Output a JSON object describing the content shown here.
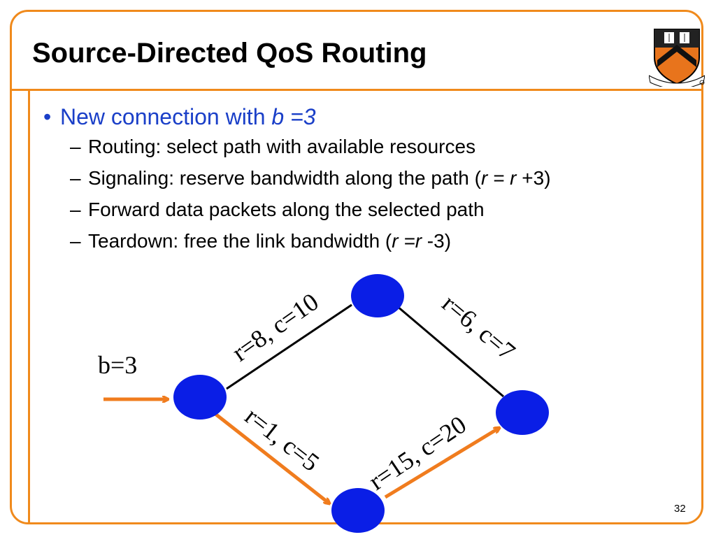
{
  "slide": {
    "title": "Source-Directed QoS Routing",
    "logo_motto": "DEI SUB NUMINE VIGET",
    "page_number": "32"
  },
  "bullets": {
    "main": {
      "marker": "•",
      "text": "New connection with ",
      "var": "b =3"
    },
    "subs": [
      {
        "marker": "–",
        "text": "Routing: select path with available resources"
      },
      {
        "marker": "–",
        "pre": "Signaling: reserve bandwidth along the path (",
        "expr": "r = r",
        "post": " +3)"
      },
      {
        "marker": "–",
        "text": "Forward data packets along the selected path"
      },
      {
        "marker": "–",
        "pre": "Teardown: free the link bandwidth (",
        "expr": "r =r",
        "post": " -3)"
      }
    ]
  },
  "diagram": {
    "input_label": "b=3",
    "links": [
      {
        "id": "left-top",
        "label": "r=8, c=10",
        "on_path": false
      },
      {
        "id": "top-right",
        "label": "r=6, c=7",
        "on_path": false
      },
      {
        "id": "left-bottom",
        "label": "r=1, c=5",
        "on_path": true
      },
      {
        "id": "bottom-right",
        "label": "r=15, c=20",
        "on_path": true
      }
    ],
    "colors": {
      "node": "#0a1ee6",
      "link": "#000000",
      "path": "#f07c1e",
      "frame": "#f08a1c",
      "heading_text": "#1a3fc8"
    }
  }
}
